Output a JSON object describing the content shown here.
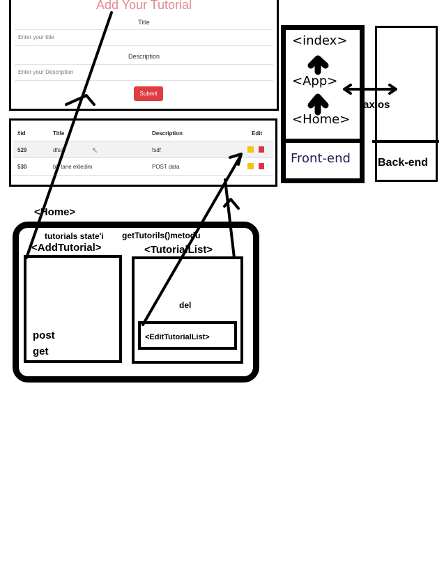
{
  "form": {
    "title": "Add Your Tutorial",
    "title_label": "Title",
    "title_placeholder": "Enter your title",
    "description_label": "Description",
    "description_placeholder": "Enter your Description",
    "submit_label": "Submit"
  },
  "table": {
    "headers": [
      "#id",
      "Title",
      "Description",
      "Edit"
    ],
    "rows": [
      {
        "id": "529",
        "title": "dfsd",
        "description": "fsdf"
      },
      {
        "id": "530",
        "title": "bir tane ekledim",
        "description": "POST data"
      }
    ],
    "edit_icon": "edit-icon",
    "delete_icon": "trash-icon"
  },
  "stack": {
    "index": "<index>",
    "app": "<App>",
    "home": "<Home>",
    "frontend": "Front-end",
    "backend": "Back-end",
    "axios": "axios"
  },
  "diagram": {
    "home_label": "<Home>",
    "state_note": "tutorials state'i",
    "method_note": "getTutorils()metodu",
    "add_tutorial": "<AddTutorial>",
    "tutorial_list": "<TutorialList>",
    "post": "post",
    "get": "get",
    "del": "del",
    "edit_list": "<EditTutorialList>"
  }
}
